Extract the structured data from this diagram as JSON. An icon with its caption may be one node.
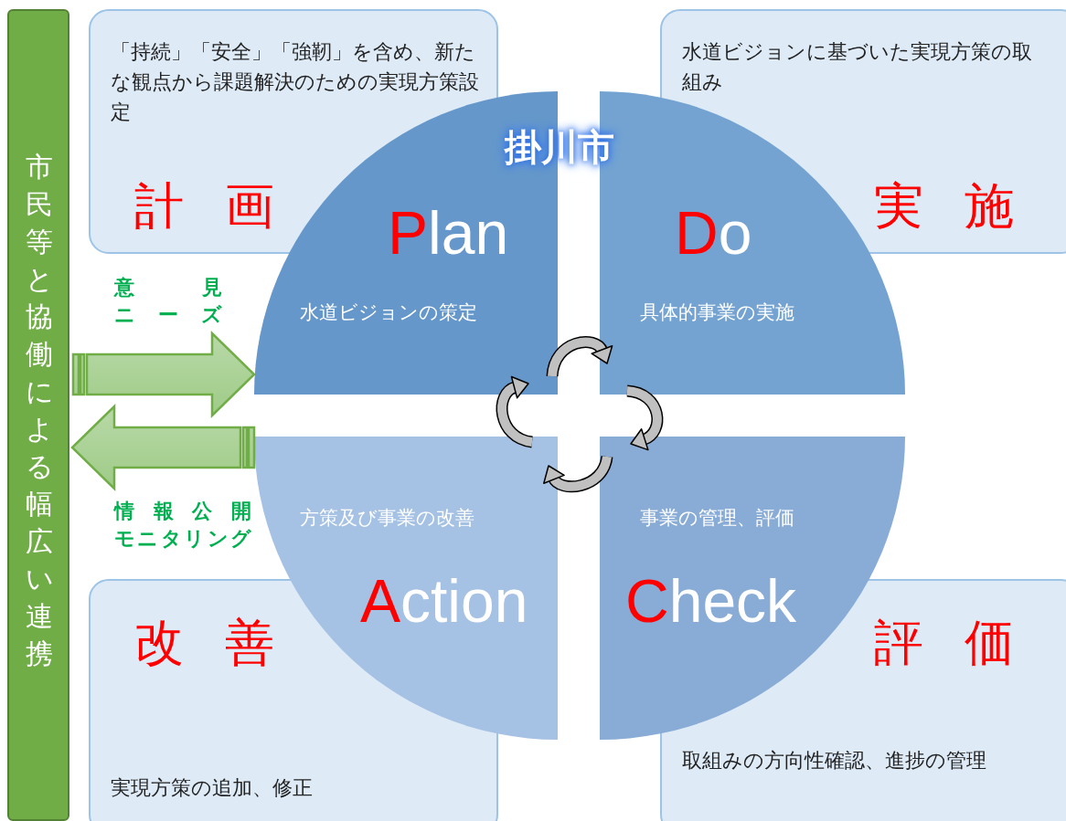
{
  "diagram": {
    "nodes": [
      {
        "text": [
          "市民等と協働による幅広い連携"
        ]
      },
      {
        "text": [
          "「持続」「安全」「強靭」を含め、新たな観点から課題解決のための実現方策設定",
          "計 画"
        ]
      },
      {
        "text": [
          "水道ビジョンに基づいた実現方策の取組み",
          "実 施"
        ]
      },
      {
        "text": [
          "改 善",
          "実現方策の追加、修正"
        ]
      },
      {
        "text": [
          "評 価",
          "取組みの方向性確認、進捗の管理"
        ]
      },
      {
        "text": [
          "Plan",
          "水道ビジョンの策定"
        ]
      },
      {
        "text": [
          "Do",
          "具体的事業の実施"
        ]
      },
      {
        "text": [
          "方策及び事業の改善",
          "Action"
        ]
      },
      {
        "text": [
          "事業の管理、評価",
          "Check"
        ]
      }
    ],
    "edges": [
      {
        "from": 0,
        "to": 5,
        "arrow": "to",
        "label": "意見ニーズ",
        "style": "thick",
        "color": "#70ad47"
      },
      {
        "from": 7,
        "to": 0,
        "arrow": "to",
        "label": "情報公開モニタリング",
        "style": "thick",
        "color": "#70ad47"
      },
      {
        "from": 5,
        "to": 6,
        "arrow": "to"
      },
      {
        "from": 6,
        "to": 8,
        "arrow": "to"
      },
      {
        "from": 8,
        "to": 7,
        "arrow": "to"
      },
      {
        "from": 7,
        "to": 5,
        "arrow": "to"
      }
    ],
    "labels": [
      "掛川市"
    ]
  }
}
